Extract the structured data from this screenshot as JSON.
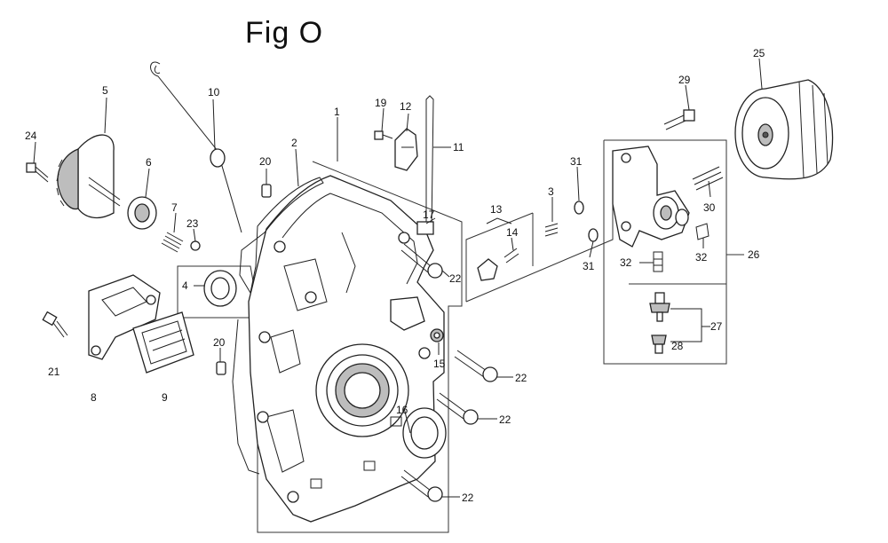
{
  "figure": {
    "title": "Fig O",
    "callouts": [
      {
        "id": "c1",
        "text": "1"
      },
      {
        "id": "c2",
        "text": "2"
      },
      {
        "id": "c3",
        "text": "3"
      },
      {
        "id": "c4",
        "text": "4"
      },
      {
        "id": "c5",
        "text": "5"
      },
      {
        "id": "c6",
        "text": "6"
      },
      {
        "id": "c7",
        "text": "7"
      },
      {
        "id": "c8",
        "text": "8"
      },
      {
        "id": "c9",
        "text": "9"
      },
      {
        "id": "c10",
        "text": "10"
      },
      {
        "id": "c11",
        "text": "11"
      },
      {
        "id": "c12",
        "text": "12"
      },
      {
        "id": "c13",
        "text": "13"
      },
      {
        "id": "c14",
        "text": "14"
      },
      {
        "id": "c15",
        "text": "15"
      },
      {
        "id": "c16",
        "text": "16"
      },
      {
        "id": "c17",
        "text": "17"
      },
      {
        "id": "c19",
        "text": "19"
      },
      {
        "id": "c20a",
        "text": "20"
      },
      {
        "id": "c20b",
        "text": "20"
      },
      {
        "id": "c21",
        "text": "21"
      },
      {
        "id": "c22a",
        "text": "22"
      },
      {
        "id": "c22b",
        "text": "22"
      },
      {
        "id": "c22c",
        "text": "22"
      },
      {
        "id": "c22d",
        "text": "22"
      },
      {
        "id": "c23",
        "text": "23"
      },
      {
        "id": "c24",
        "text": "24"
      },
      {
        "id": "c25",
        "text": "25"
      },
      {
        "id": "c26",
        "text": "26"
      },
      {
        "id": "c27",
        "text": "27"
      },
      {
        "id": "c28",
        "text": "28"
      },
      {
        "id": "c29",
        "text": "29"
      },
      {
        "id": "c30",
        "text": "30"
      },
      {
        "id": "c31a",
        "text": "31"
      },
      {
        "id": "c31b",
        "text": "31"
      },
      {
        "id": "c32a",
        "text": "32"
      },
      {
        "id": "c32b",
        "text": "32"
      }
    ]
  }
}
